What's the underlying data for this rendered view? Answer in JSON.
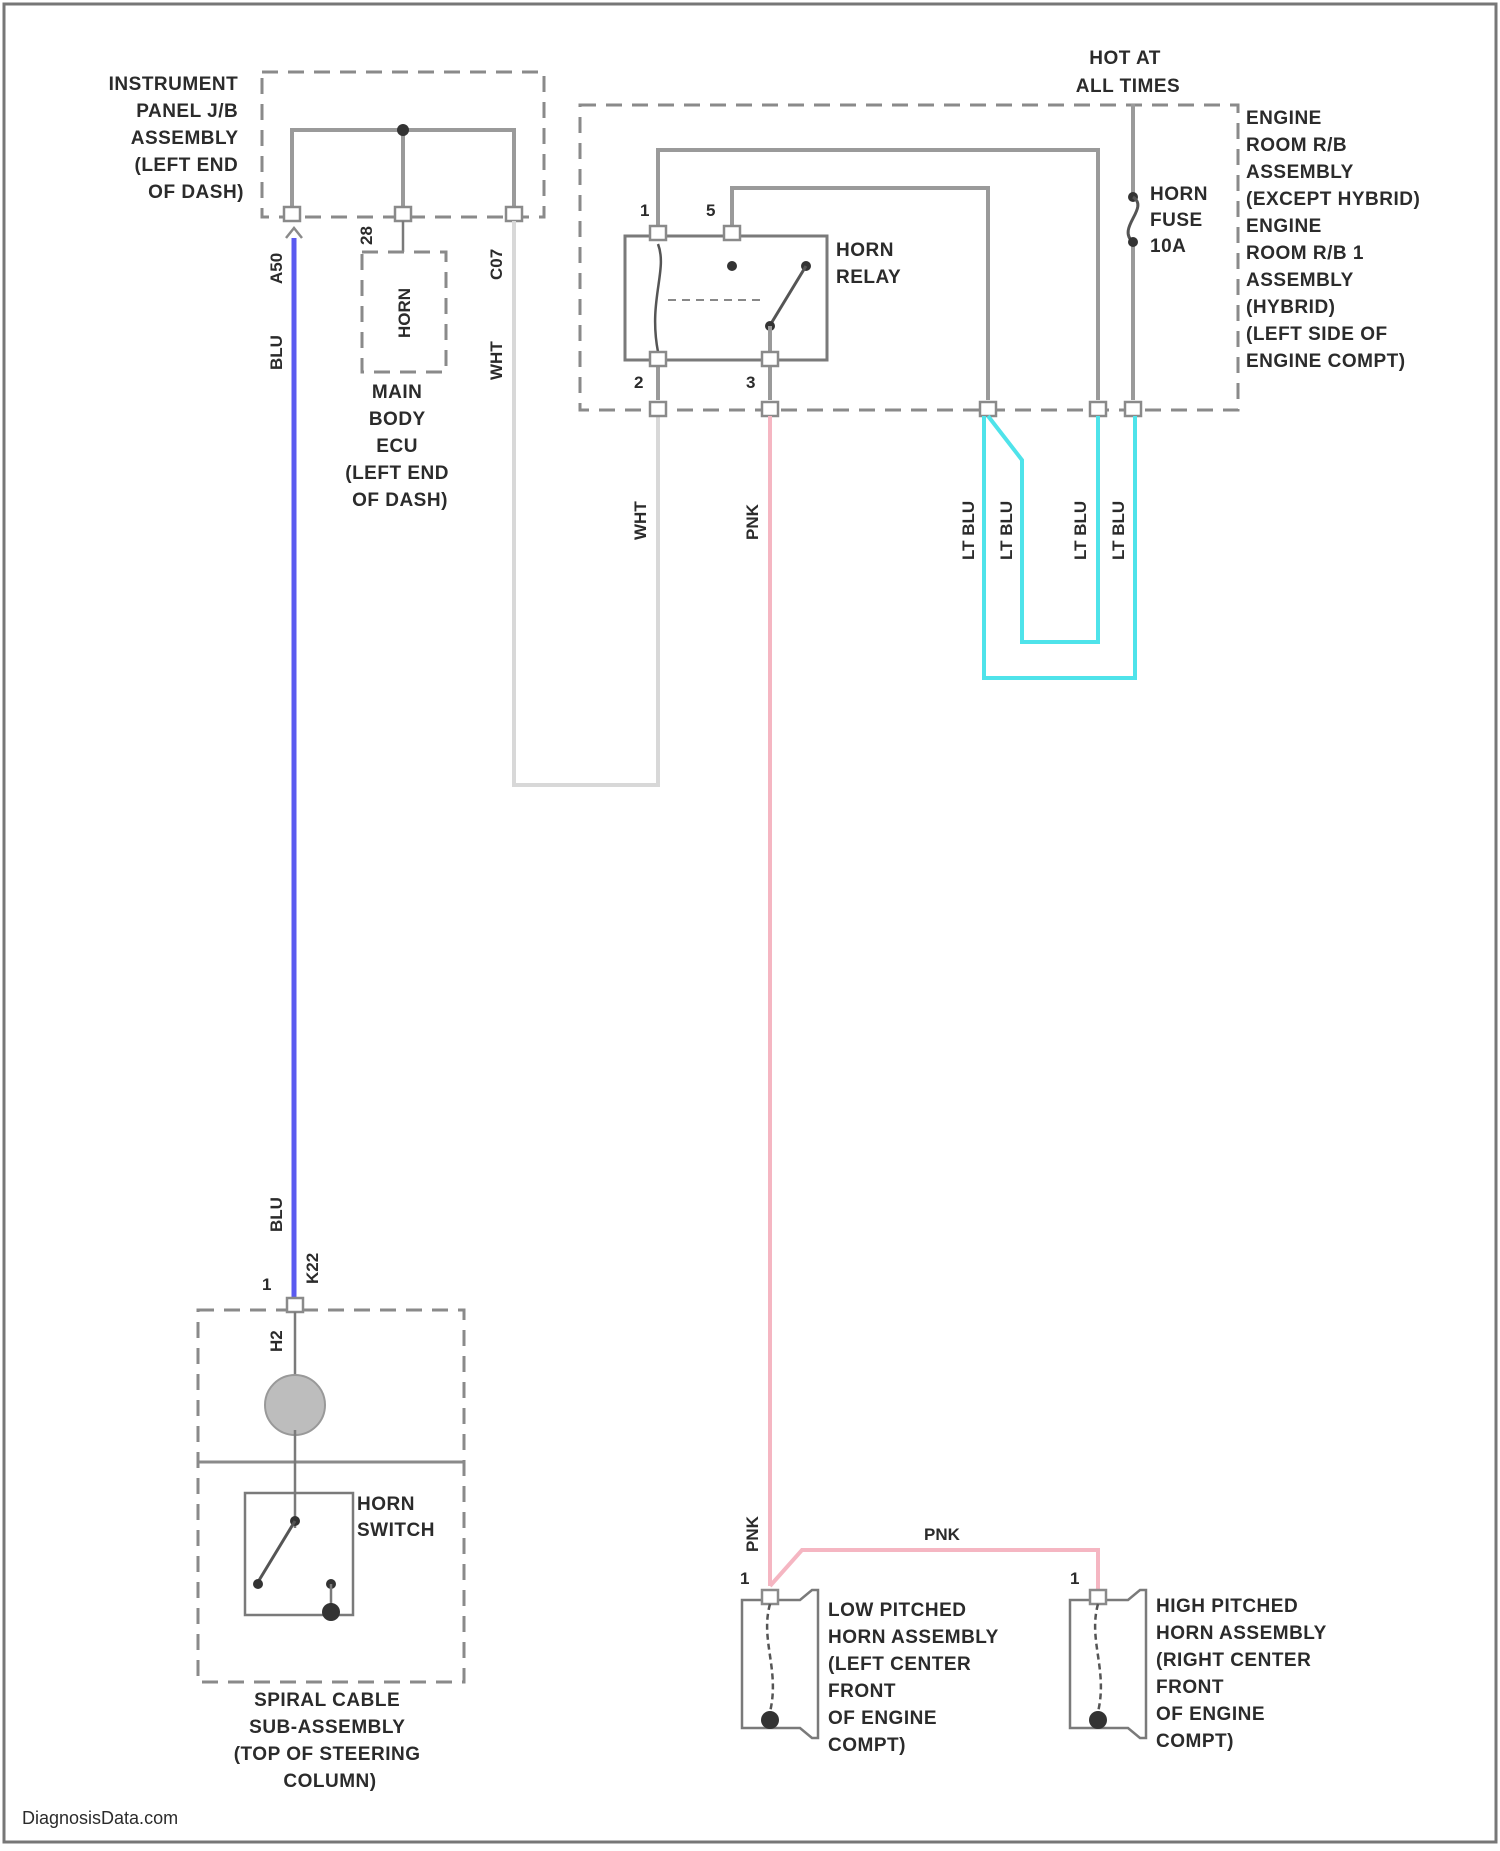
{
  "labels": {
    "jb_lines": [
      "INSTRUMENT",
      "PANEL J/B",
      "ASSEMBLY",
      "(LEFT END",
      "OF DASH)"
    ],
    "hot_lines": [
      "HOT AT",
      "ALL TIMES"
    ],
    "erb_lines": [
      "ENGINE",
      "ROOM R/B",
      "ASSEMBLY",
      "(EXCEPT HYBRID)",
      "ENGINE",
      "ROOM R/B 1",
      "ASSEMBLY",
      "(HYBRID)",
      "(LEFT SIDE OF",
      "ENGINE COMPT)"
    ],
    "fuse_lines": [
      "HORN",
      "FUSE",
      "10A"
    ],
    "relay_lines": [
      "HORN",
      "RELAY"
    ],
    "ecu_inner": "HORN",
    "ecu_lines": [
      "MAIN",
      "BODY",
      "ECU",
      "(LEFT END",
      "OF DASH)"
    ],
    "spiral_lines": [
      "SPIRAL CABLE",
      "SUB-ASSEMBLY",
      "(TOP OF STEERING",
      "COLUMN)"
    ],
    "switch_lines": [
      "HORN",
      "SWITCH"
    ],
    "low_horn_lines": [
      "LOW PITCHED",
      "HORN ASSEMBLY",
      "(LEFT CENTER",
      "FRONT",
      "OF ENGINE",
      "COMPT)"
    ],
    "high_horn_lines": [
      "HIGH PITCHED",
      "HORN ASSEMBLY",
      "(RIGHT CENTER",
      "FRONT",
      "OF ENGINE",
      "COMPT)"
    ],
    "watermark": "DiagnosisData.com"
  },
  "pins": {
    "jb_blu": "A50",
    "ecu": "28",
    "jb_wht": "C07",
    "relay_1": "1",
    "relay_5": "5",
    "relay_2": "2",
    "relay_3": "3",
    "spiral_top": "K22",
    "spiral_top_num": "1",
    "spiral_bottom": "H2",
    "low_horn": "1",
    "high_horn": "1"
  },
  "wires": {
    "blu": "BLU",
    "wht": "WHT",
    "pnk": "PNK",
    "lt_blu": "LT BLU"
  },
  "colors": {
    "blu": "#5a5af0",
    "pnk": "#f5b6c2",
    "lt_blu": "#4fe3ea",
    "wht": "#d8d8d8",
    "gray": "#9a9a9a"
  }
}
